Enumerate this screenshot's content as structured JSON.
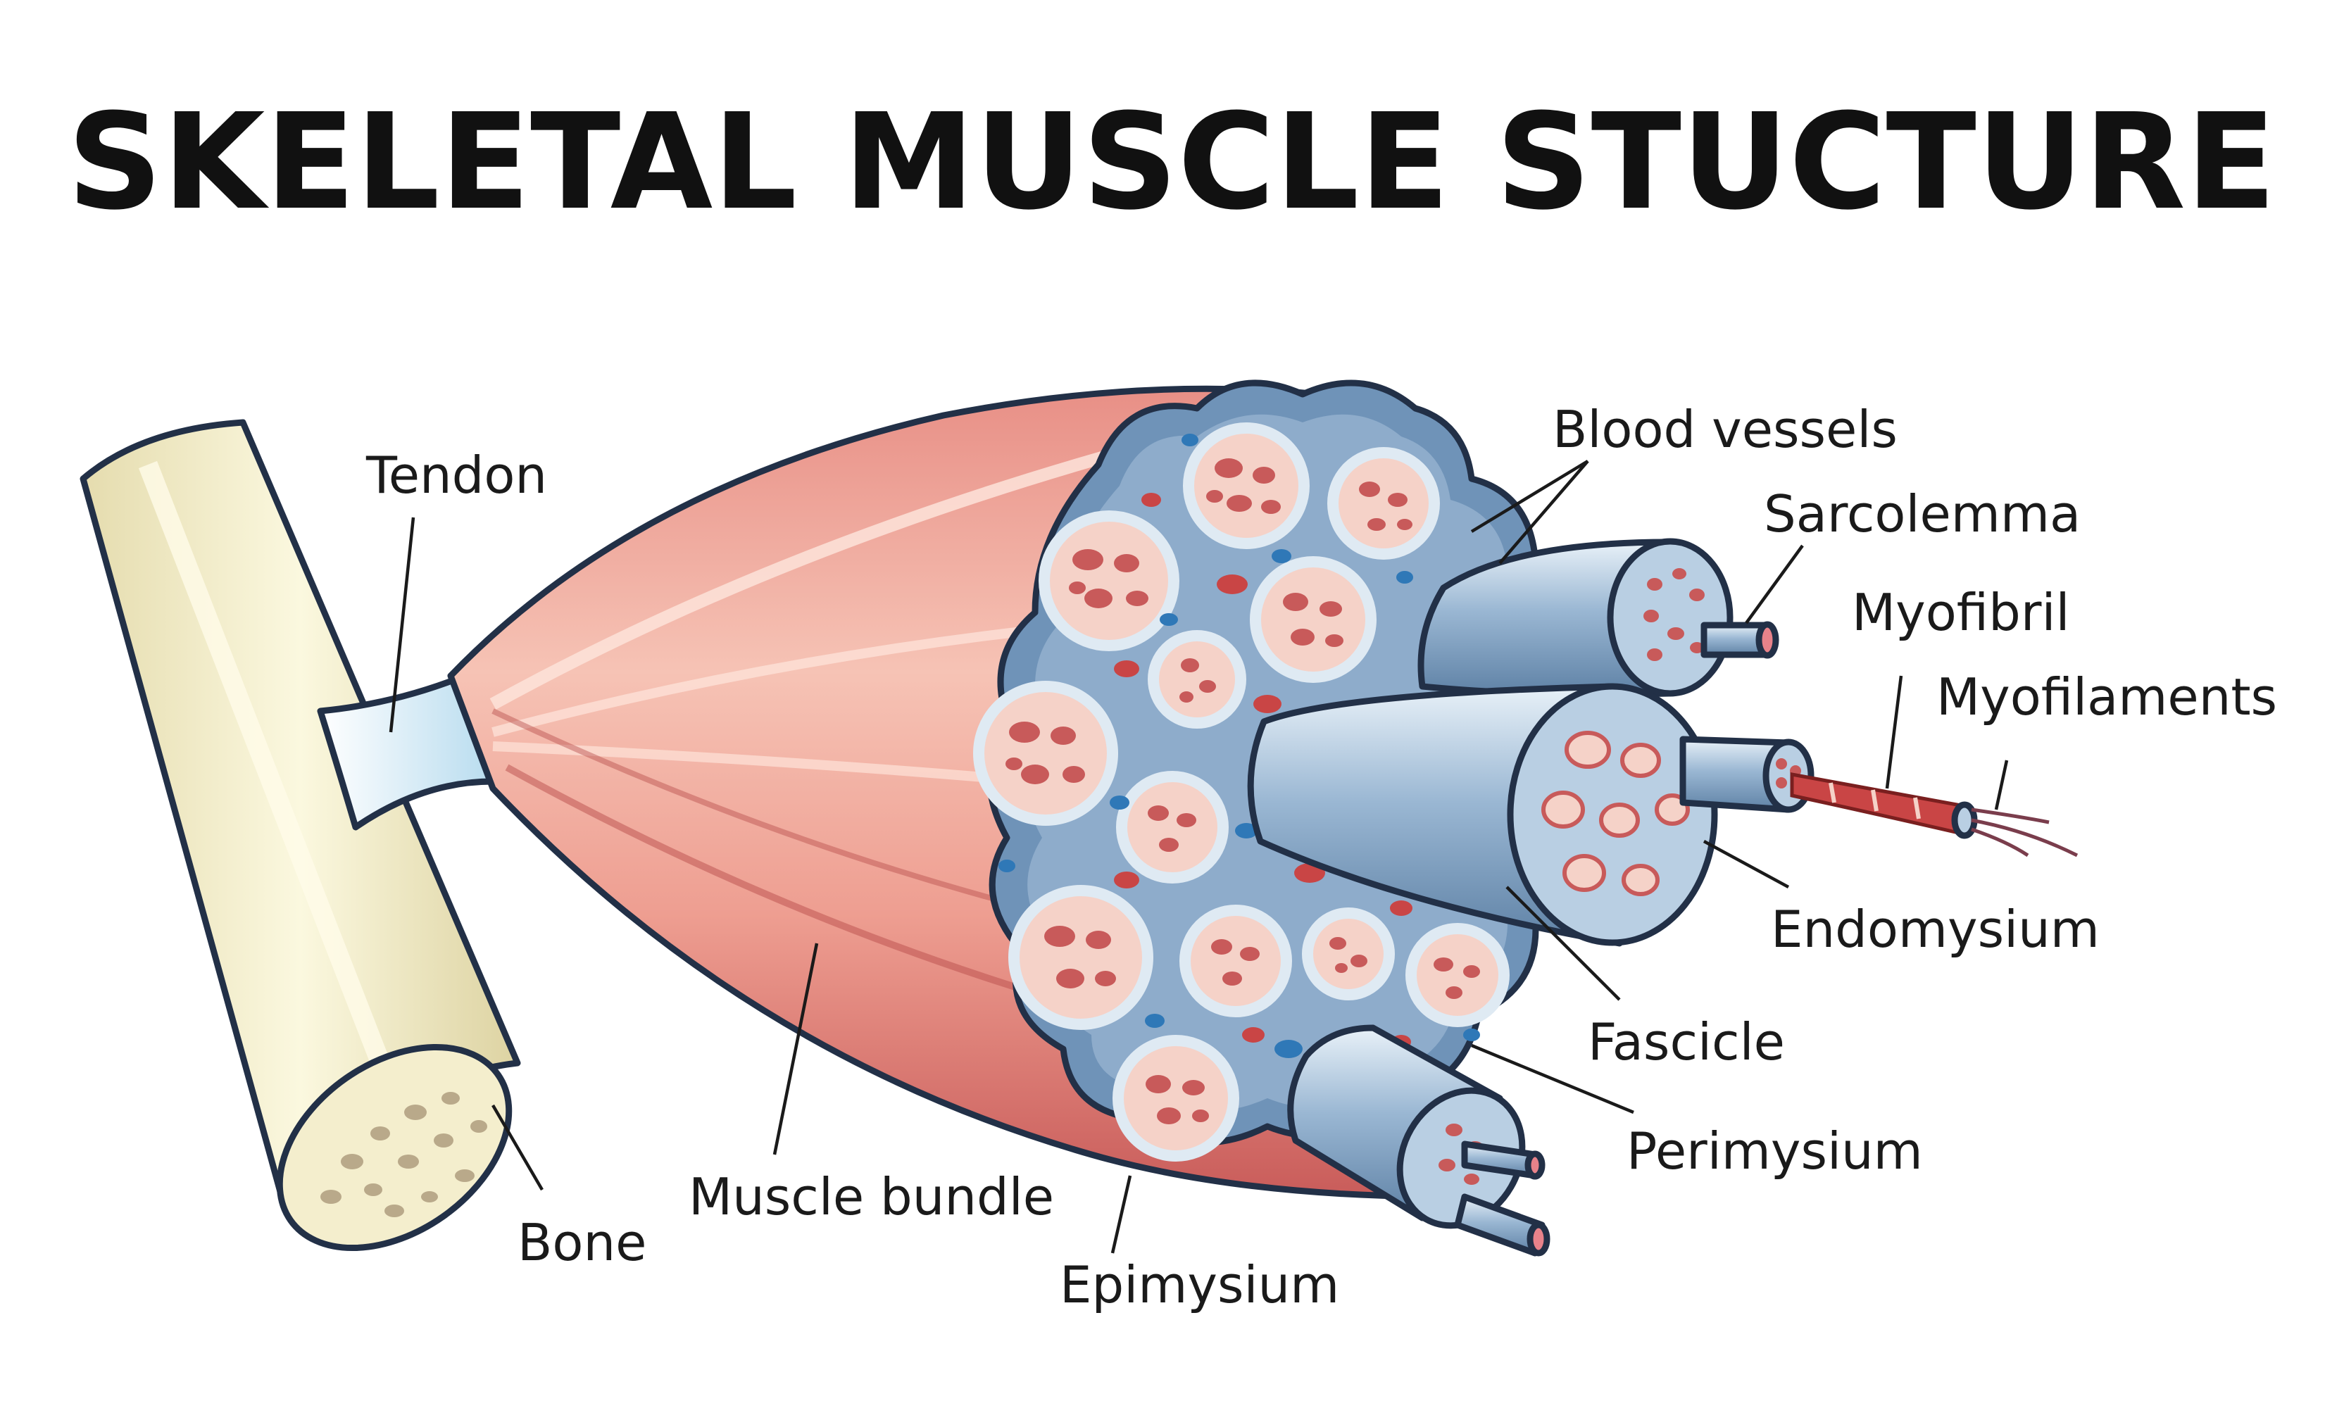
{
  "title": "SKELETAL MUSCLE STUCTURE",
  "labels": {
    "tendon": "Tendon",
    "bone": "Bone",
    "muscle_bundle": "Muscle bundle",
    "epimysium": "Epimysium",
    "perimysium": "Perimysium",
    "fascicle": "Fascicle",
    "endomysium": "Endomysium",
    "myofilaments": "Myofilaments",
    "myofibril": "Myofibril",
    "sarcolemma": "Sarcolemma",
    "blood_vessels": "Blood vessels"
  },
  "colors": {
    "muscle_red": "#d9706c",
    "muscle_light": "#f3b5a6",
    "connective_blue": "#6f93b8",
    "connective_light": "#b9cfe3",
    "fiber_pink": "#f5d2c8",
    "fiber_dot": "#c85a5a",
    "vessel_red": "#c94545",
    "vessel_blue": "#2f78b7",
    "bone_cream": "#f2ecc4",
    "tendon_white": "#e6f3fb",
    "outline": "#223047"
  }
}
